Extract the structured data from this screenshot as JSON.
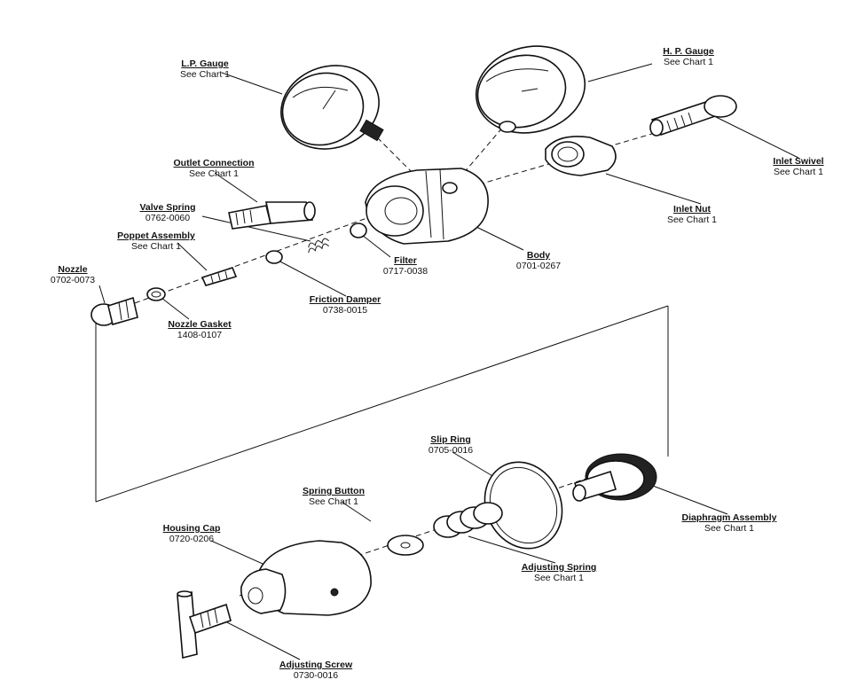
{
  "parts": [
    {
      "id": "lp_gauge",
      "name": "L.P. Gauge",
      "ref": "See Chart 1"
    },
    {
      "id": "hp_gauge",
      "name": "H. P. Gauge",
      "ref": "See Chart 1"
    },
    {
      "id": "inlet_swivel",
      "name": "Inlet Swivel",
      "ref": "See Chart 1"
    },
    {
      "id": "outlet_connection",
      "name": "Outlet Connection",
      "ref": "See Chart 1"
    },
    {
      "id": "inlet_nut",
      "name": "Inlet Nut",
      "ref": "See Chart 1"
    },
    {
      "id": "valve_spring",
      "name": "Valve Spring",
      "ref": "0762-0060"
    },
    {
      "id": "poppet_assembly",
      "name": "Poppet Assembly",
      "ref": "See Chart 1"
    },
    {
      "id": "body",
      "name": "Body",
      "ref": "0701-0267"
    },
    {
      "id": "filter",
      "name": "Filter",
      "ref": "0717-0038"
    },
    {
      "id": "nozzle",
      "name": "Nozzle",
      "ref": "0702-0073"
    },
    {
      "id": "friction_damper",
      "name": "Friction Damper",
      "ref": "0738-0015"
    },
    {
      "id": "nozzle_gasket",
      "name": "Nozzle Gasket",
      "ref": "1408-0107"
    },
    {
      "id": "slip_ring",
      "name": "Slip Ring",
      "ref": "0705-0016"
    },
    {
      "id": "spring_button",
      "name": "Spring Button",
      "ref": "See Chart 1"
    },
    {
      "id": "diaphragm_assembly",
      "name": "Diaphragm Assembly",
      "ref": "See Chart 1"
    },
    {
      "id": "housing_cap",
      "name": "Housing Cap",
      "ref": "0720-0206"
    },
    {
      "id": "adjusting_spring",
      "name": "Adjusting Spring",
      "ref": "See Chart 1"
    },
    {
      "id": "adjusting_screw",
      "name": "Adjusting Screw",
      "ref": "0730-0016"
    }
  ]
}
